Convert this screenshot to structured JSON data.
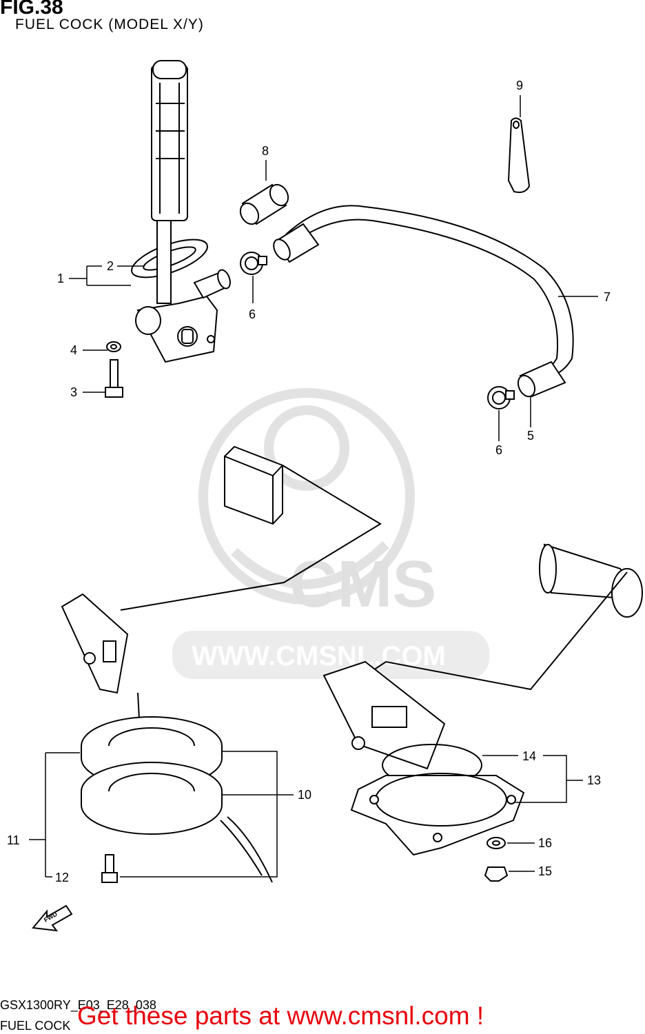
{
  "header": {
    "figure_label": "FIG.38",
    "subtitle": "FUEL COCK (MODEL X/Y)"
  },
  "footer": {
    "model_code": "GSX1300RY_E03_E28_038",
    "section": "FUEL COCK",
    "cta": "Get these parts at www.cmsnl.com !"
  },
  "watermark": {
    "brand": "CMS",
    "url": "WWW.CMSNL.COM"
  },
  "direction_marker": "FWD",
  "callouts": [
    "1",
    "2",
    "3",
    "4",
    "5",
    "6",
    "6",
    "7",
    "8",
    "9",
    "10",
    "11",
    "12",
    "13",
    "14",
    "15",
    "16"
  ],
  "colors": {
    "line": "#000000",
    "watermark": "#e4e4e4",
    "cta": "#e8000c"
  }
}
